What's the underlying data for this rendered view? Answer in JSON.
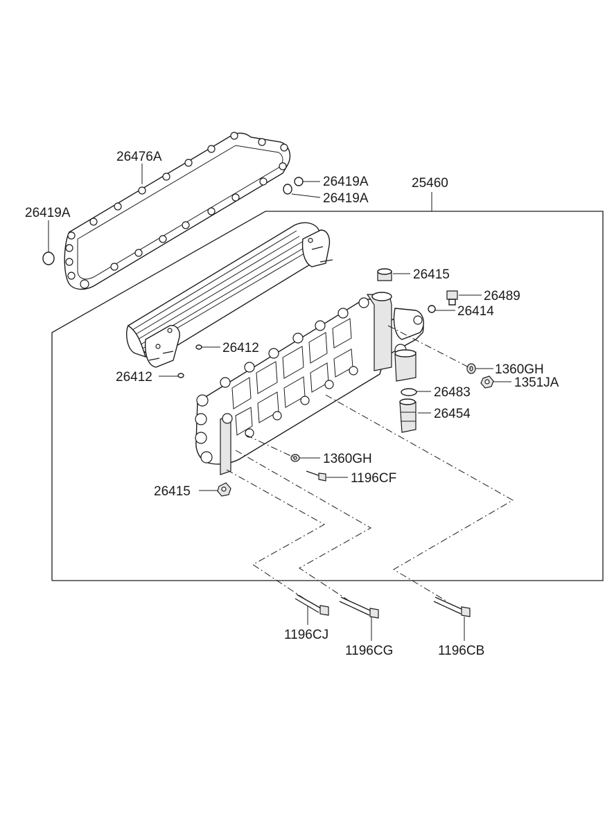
{
  "labels": {
    "gasket": "26476A",
    "oring_left": "26419A",
    "oring_top_1": "26419A",
    "oring_top_2": "26419A",
    "assembly": "25460",
    "plug_top": "26415",
    "fitting": "26489",
    "oring_fitting": "26414",
    "oring_cooler_1": "26412",
    "oring_cooler_2": "26412",
    "washer_right": "1360GH",
    "nut_right": "1351JA",
    "oring_sleeve": "26483",
    "sleeve": "26454",
    "washer_center": "1360GH",
    "bolt_cf": "1196CF",
    "plug_bottom": "26415",
    "bolt_cj": "1196CJ",
    "bolt_cg": "1196CG",
    "bolt_cb": "1196CB"
  },
  "colors": {
    "line": "#1a1a1a",
    "background": "#ffffff",
    "fill": "#e6e6e6"
  }
}
